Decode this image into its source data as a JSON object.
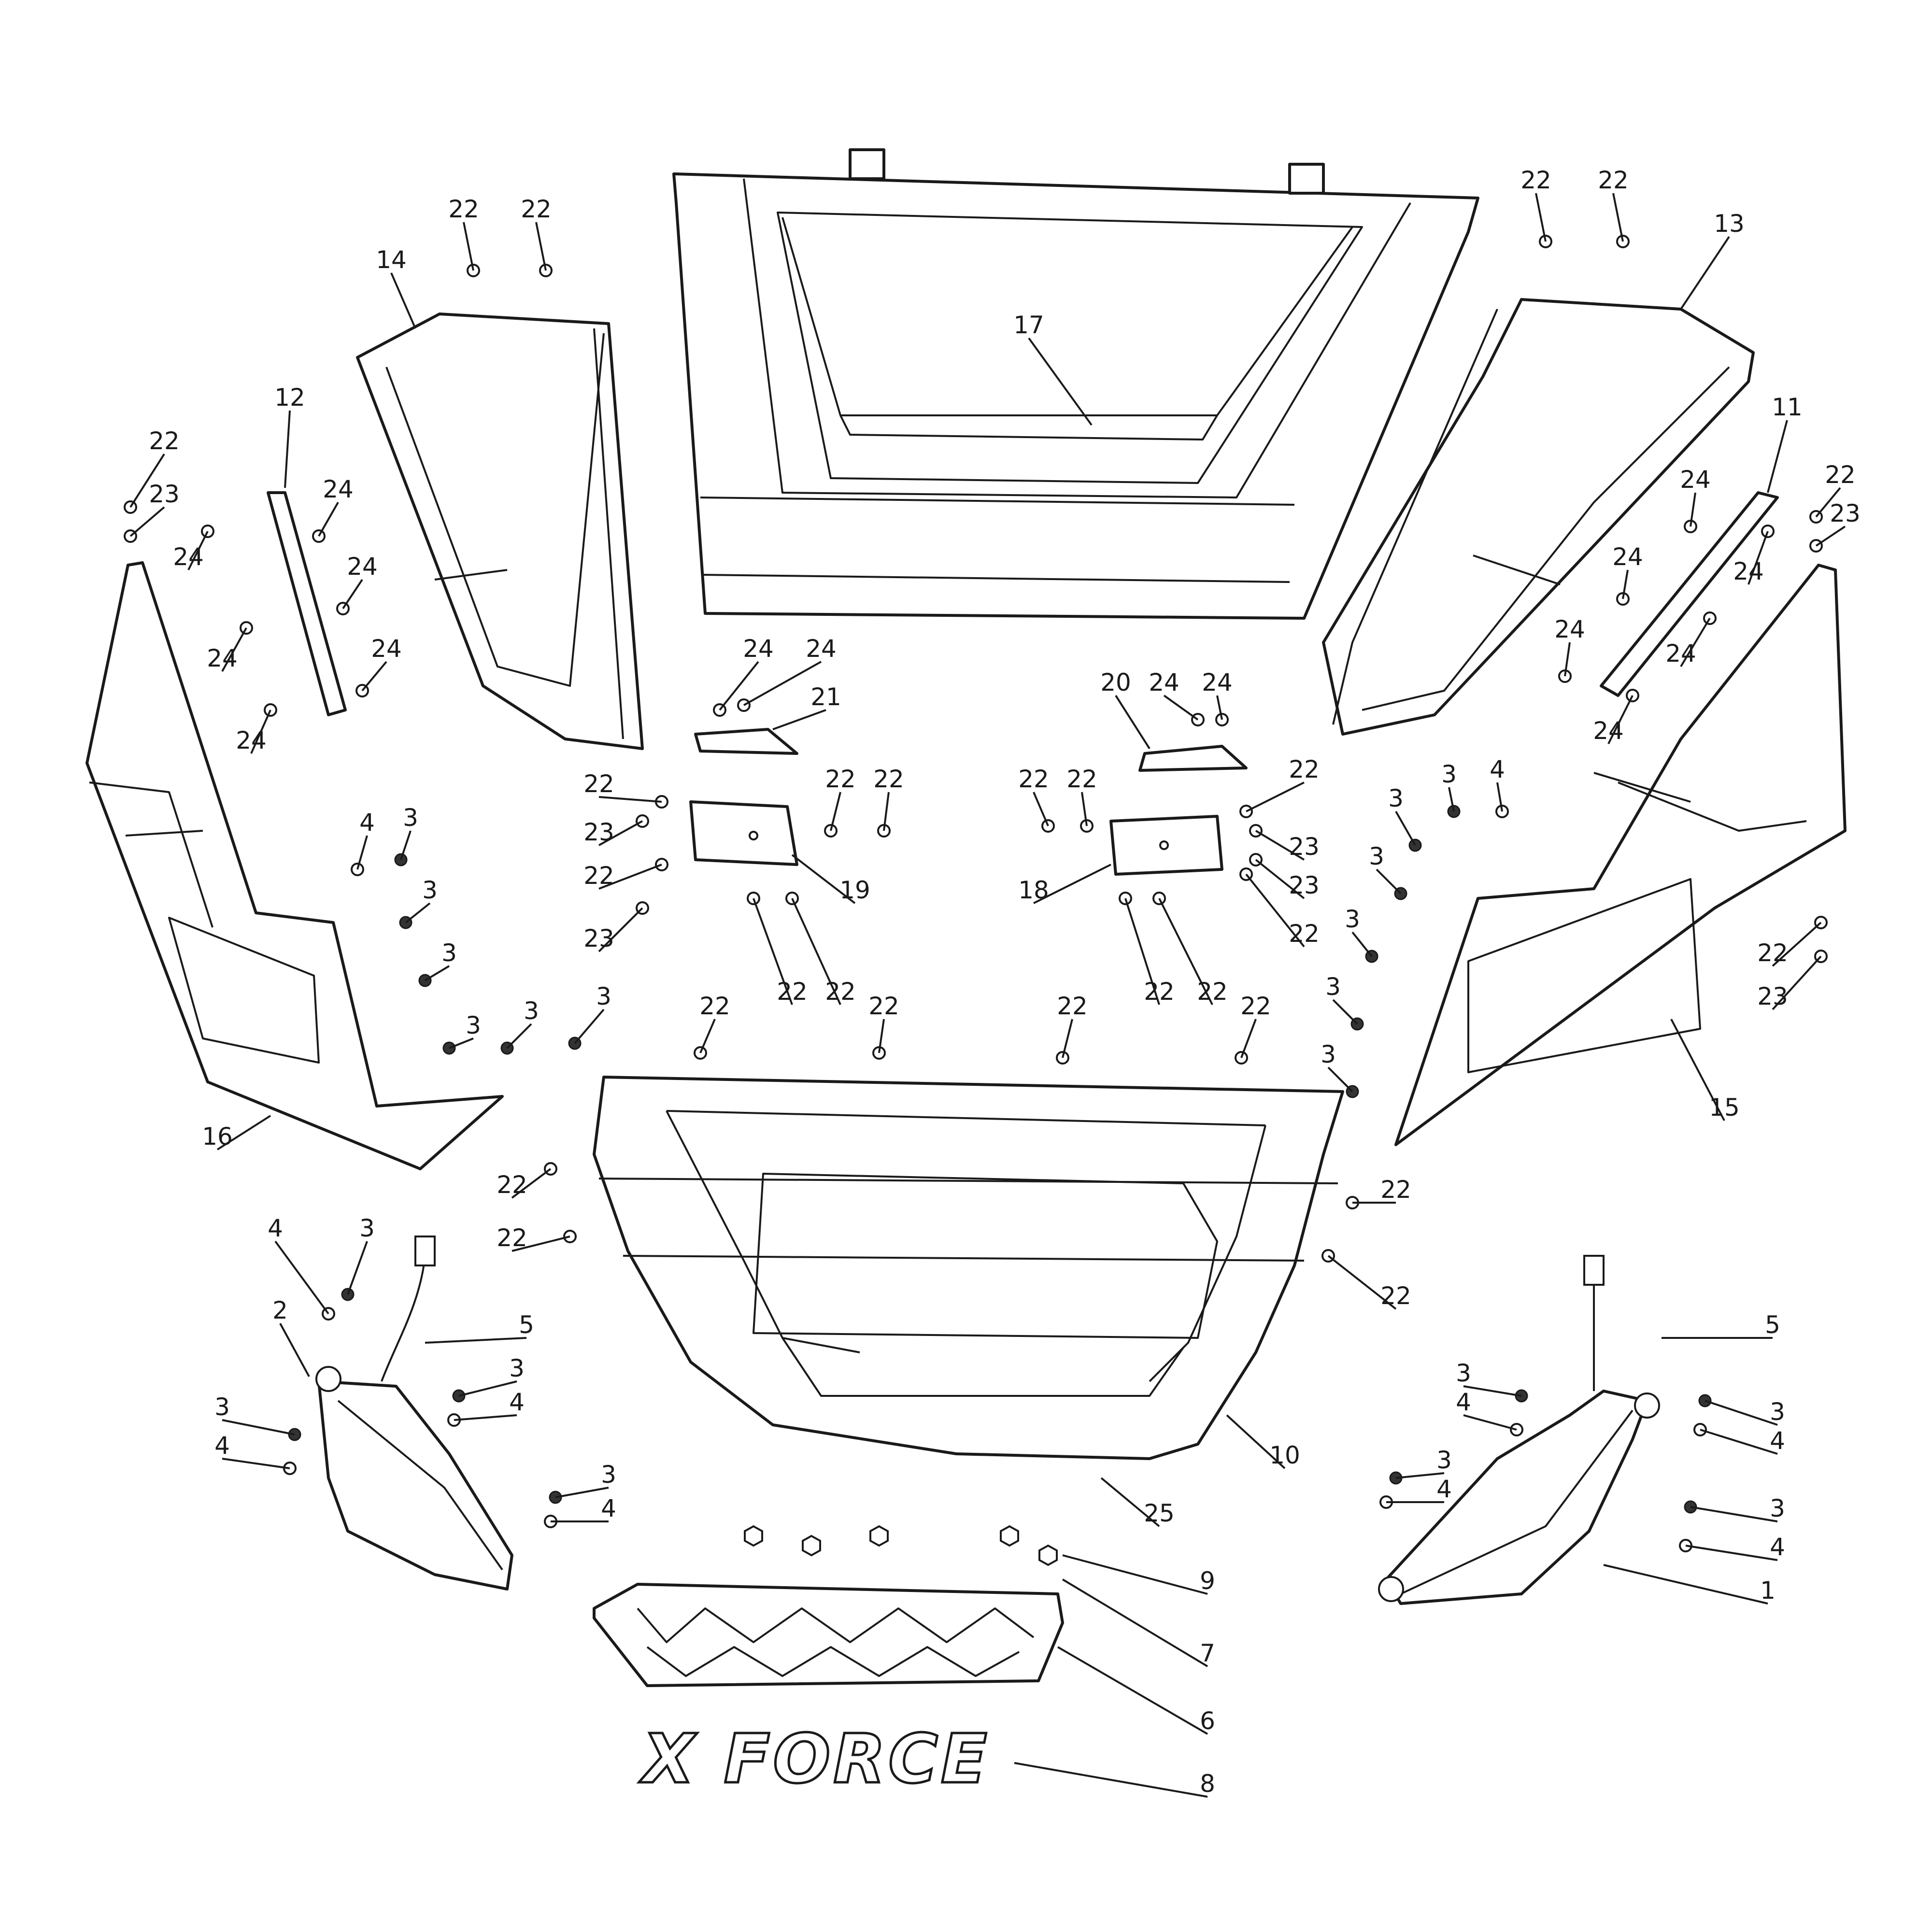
{
  "diagram": {
    "callouts": [
      {
        "label": "17",
        "part": "hood"
      },
      {
        "label": "14",
        "part": "left-fender-panel"
      },
      {
        "label": "13",
        "part": "right-fender-panel"
      },
      {
        "label": "12",
        "part": "left-bracket-rail"
      },
      {
        "label": "11",
        "part": "right-bracket-rail"
      },
      {
        "label": "16",
        "part": "left-side-panel"
      },
      {
        "label": "15",
        "part": "right-side-panel"
      },
      {
        "label": "21",
        "part": "left-small-bracket"
      },
      {
        "label": "20",
        "part": "right-small-bracket"
      },
      {
        "label": "19",
        "part": "left-mount-plate"
      },
      {
        "label": "18",
        "part": "right-mount-plate"
      },
      {
        "label": "10",
        "part": "front-bumper-fascia"
      },
      {
        "label": "2",
        "part": "left-headlight"
      },
      {
        "label": "1",
        "part": "right-headlight"
      },
      {
        "label": "6",
        "part": "front-grille"
      },
      {
        "label": "8",
        "part": "x-force-emblem"
      },
      {
        "label": "5",
        "part": "screw"
      },
      {
        "label": "9",
        "part": "screw"
      },
      {
        "label": "7",
        "part": "clip-nut"
      },
      {
        "label": "25",
        "part": "screw"
      },
      {
        "label": "22",
        "part": "bolt"
      },
      {
        "label": "23",
        "part": "washer"
      },
      {
        "label": "24",
        "part": "bolt"
      },
      {
        "label": "3",
        "part": "nut"
      },
      {
        "label": "4",
        "part": "bolt"
      }
    ],
    "emblem_text": "X FORCE"
  }
}
